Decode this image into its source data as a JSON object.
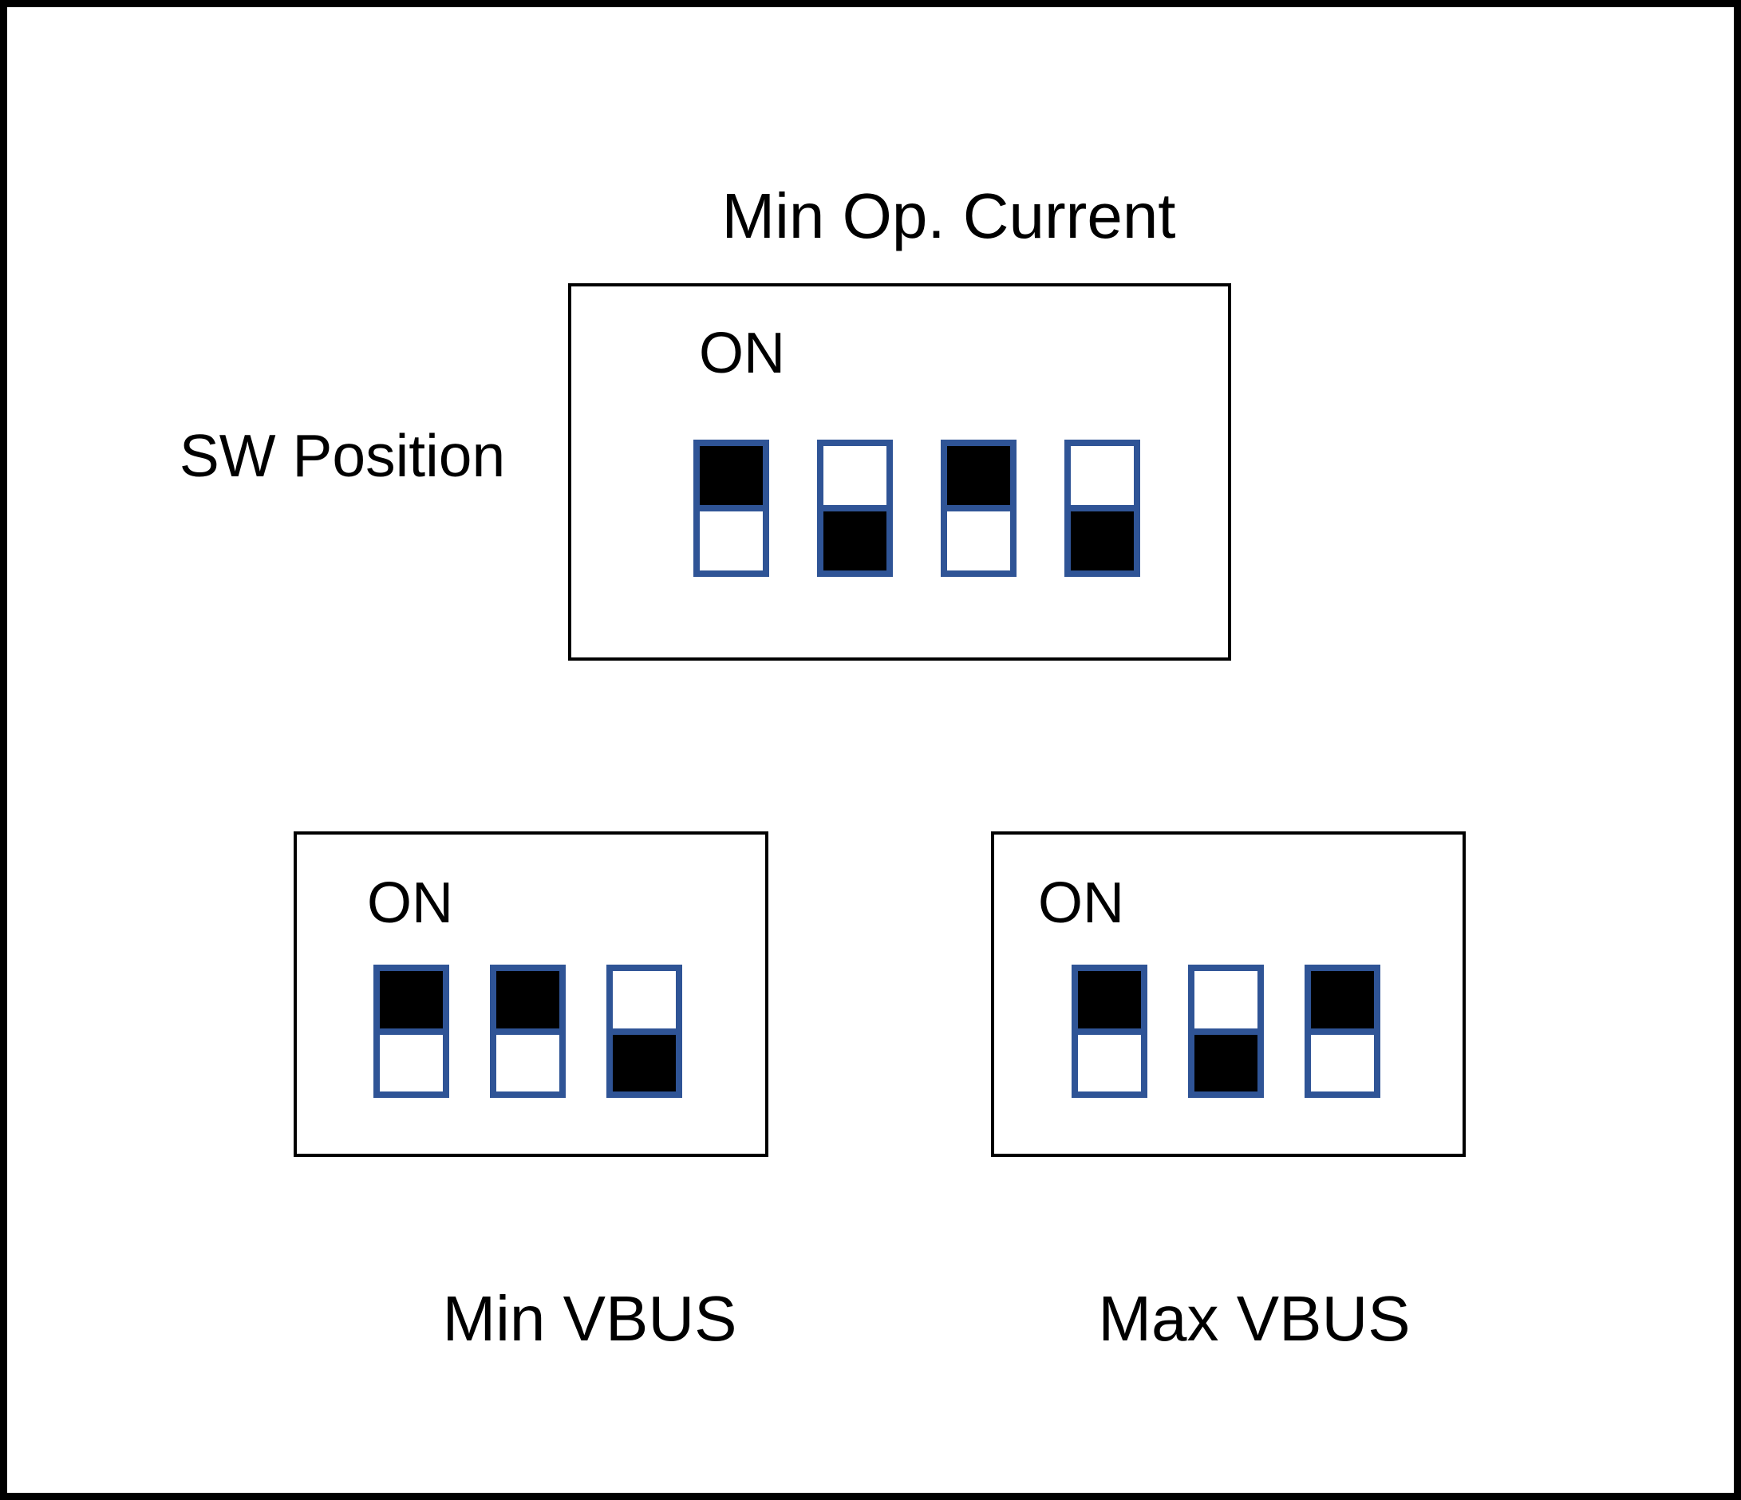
{
  "figure": {
    "background": "#ffffff",
    "outer_border_color": "#000000",
    "panel_border_color": "#000000",
    "switch_border_color": "#2f5496",
    "switch_on_fill": "#000000",
    "switch_off_fill": "#ffffff",
    "text_color": "#000000"
  },
  "labels": {
    "title": "Min Op. Current",
    "sw_position": "SW Position",
    "on_indicator": "ON"
  },
  "panels": [
    {
      "id": "min-op-current",
      "label": "Min Op. Current",
      "on_label": "ON",
      "switch_count": 4,
      "switches": [
        "up",
        "down",
        "up",
        "down"
      ]
    },
    {
      "id": "min-vbus",
      "label": "Min VBUS",
      "on_label": "ON",
      "switch_count": 3,
      "switches": [
        "up",
        "up",
        "down"
      ]
    },
    {
      "id": "max-vbus",
      "label": "Max VBUS",
      "on_label": "ON",
      "switch_count": 3,
      "switches": [
        "up",
        "down",
        "up"
      ]
    }
  ]
}
